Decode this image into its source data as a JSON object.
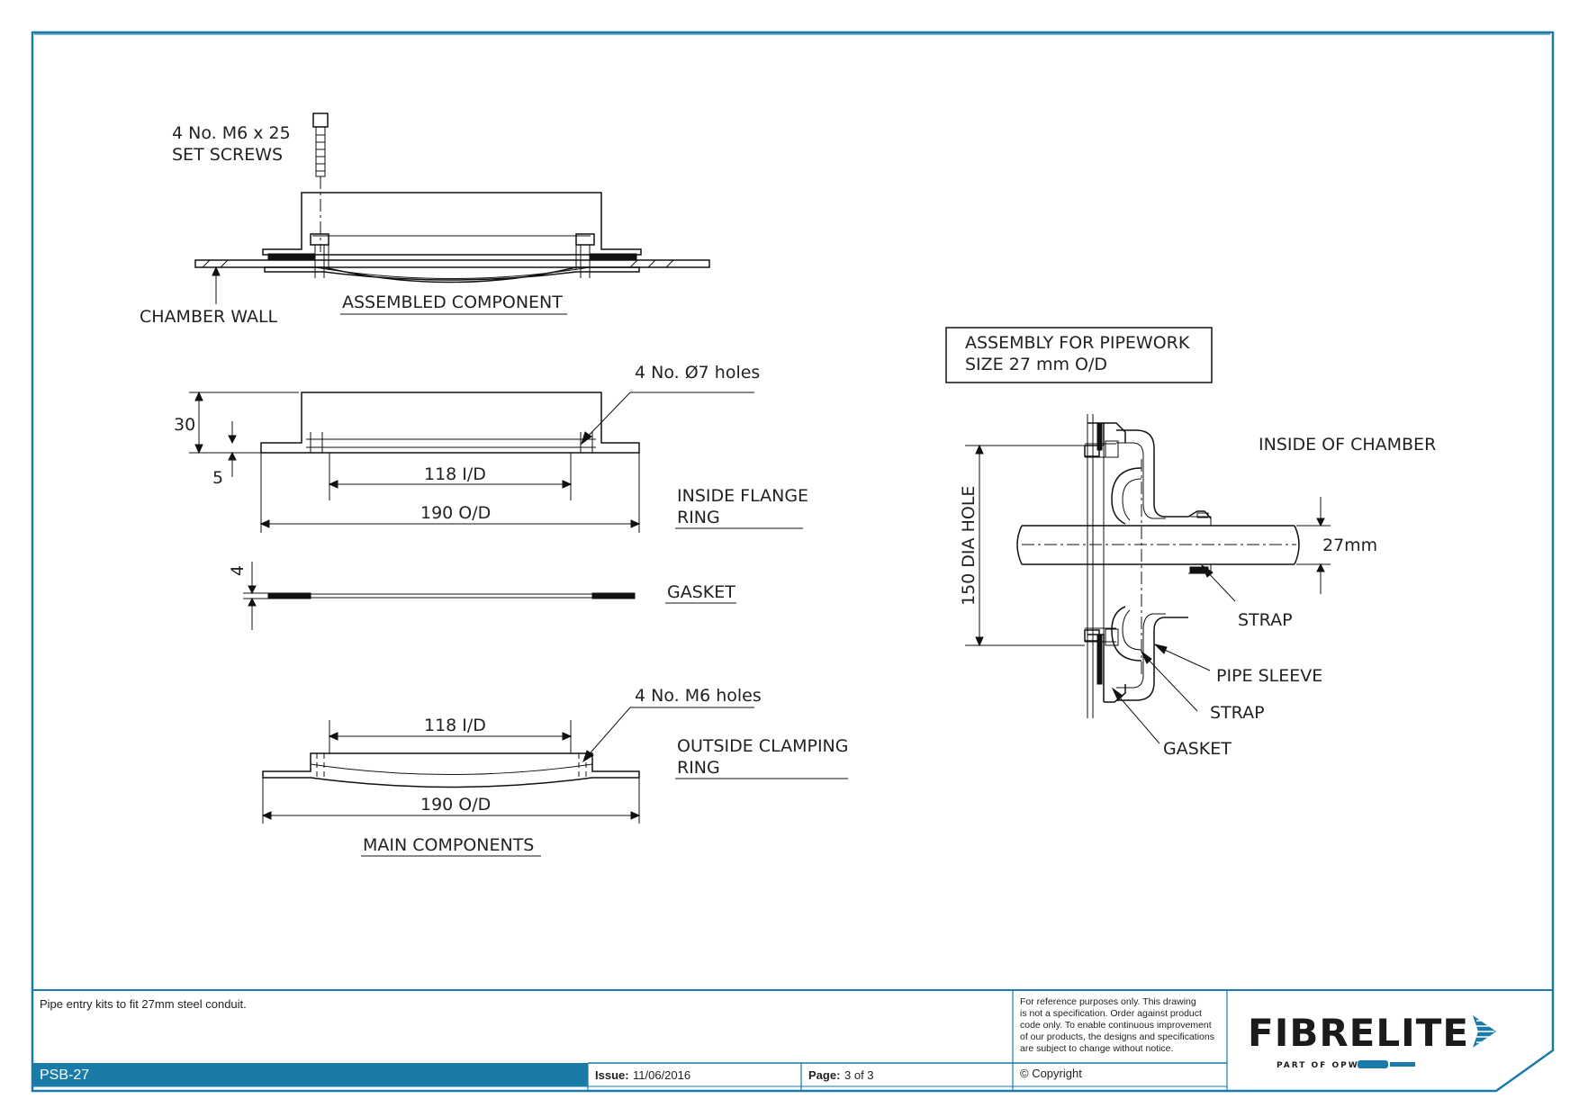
{
  "drawing": {
    "assembled": {
      "screws_line1": "4 No. M6 x 25",
      "screws_line2": "SET SCREWS",
      "chamber_wall": "CHAMBER WALL",
      "title": "ASSEMBLED COMPONENT"
    },
    "flange": {
      "holes": "4 No. Ø7 holes",
      "dim_height": "30",
      "dim_flange": "5",
      "dim_id": "118 I/D",
      "dim_od": "190 O/D",
      "title_line1": "INSIDE FLANGE",
      "title_line2": "RING"
    },
    "gasket": {
      "dim_thk": "4",
      "title": "GASKET"
    },
    "clamping": {
      "holes": "4 No. M6 holes",
      "dim_id": "118 I/D",
      "dim_od": "190 O/D",
      "title_line1": "OUTSIDE CLAMPING",
      "title_line2": "RING"
    },
    "main_title": "MAIN COMPONENTS",
    "pipework": {
      "box_line1": "ASSEMBLY FOR PIPEWORK",
      "box_line2": "SIZE 27 mm O/D",
      "inside": "INSIDE OF CHAMBER",
      "hole": "150 DIA HOLE",
      "pipe_dim": "27mm",
      "strap1": "STRAP",
      "sleeve": "PIPE SLEEVE",
      "strap2": "STRAP",
      "gasket": "GASKET"
    }
  },
  "titleblock": {
    "description": "Pipe entry kits to fit 27mm steel conduit.",
    "code": "PSB-27",
    "issue_label": "Issue:",
    "issue_value": "11/06/2016",
    "page_label": "Page:",
    "page_value": "3 of 3",
    "disclaimer": [
      "For reference purposes only. This drawing",
      "is not a specification. Order against product",
      "code only.  To enable continuous improvement",
      "of our products, the designs and specifications",
      "are subject to change without notice."
    ],
    "copyright": "© Copyright",
    "brand": "FIBRELITE",
    "brand_sub": "PART OF OPW"
  },
  "colors": {
    "border": "#1a7aa8",
    "brand_text": "#1b1b1b",
    "brand_accent": "#1a7aa8",
    "line": "#111111"
  }
}
